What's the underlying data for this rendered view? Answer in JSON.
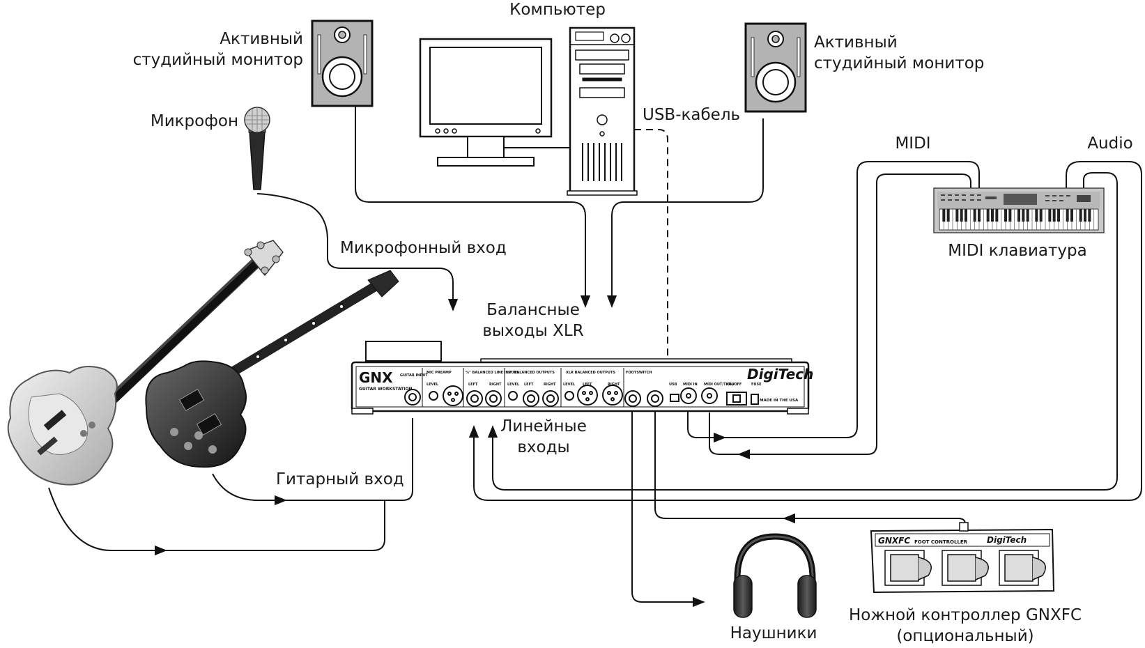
{
  "labels": {
    "computer": "Компьютер",
    "monitor_left_1": "Активный",
    "monitor_left_2": "студийный монитор",
    "monitor_right_1": "Активный",
    "monitor_right_2": "студийный монитор",
    "usb_cable": "USB-кабель",
    "microphone": "Микрофон",
    "mic_input": "Микрофонный вход",
    "midi": "MIDI",
    "audio": "Audio",
    "midi_keyboard": "MIDI клавиатура",
    "balanced_1": "Балансные",
    "balanced_2": "выходы XLR",
    "line_in_1": "Линейные",
    "line_in_2": "входы",
    "guitar_input": "Гитарный вход",
    "headphones": "Наушники",
    "foot_1": "Ножной контроллер GNXFC",
    "foot_2": "(опциональный)"
  },
  "device": {
    "model": "GNX",
    "model_sub": "GUITAR WORKSTATION",
    "brand": "DigiTech",
    "made_in": "MADE IN THE USA",
    "panel_labels": [
      "GUITAR INPUT",
      "MIC PREAMP",
      "LEVEL",
      "¼\" BALANCED LINE INPUTS",
      "LEFT",
      "RIGHT",
      "¼\" BALANCED OUTPUTS",
      "LEVEL",
      "LEFT",
      "RIGHT",
      "LEVEL",
      "XLR BALANCED OUTPUTS",
      "LEFT",
      "RIGHT",
      "FOOTSWITCH",
      "USB",
      "MIDI IN",
      "MIDI OUT/THRU",
      "ON/OFF",
      "FUSE"
    ]
  },
  "foot_controller": {
    "model": "GNXFC",
    "title": "FOOT CONTROLLER",
    "brand": "DigiTech"
  }
}
